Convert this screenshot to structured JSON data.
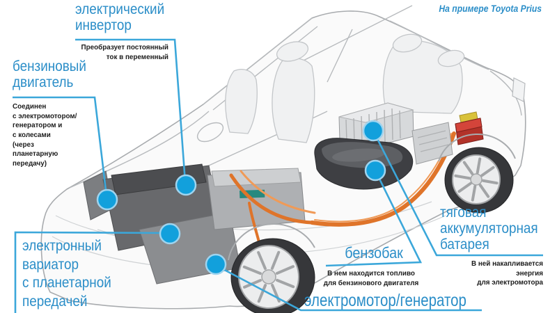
{
  "note": {
    "text": "На примере Toyota Prius"
  },
  "colors": {
    "accent_blue": "#2b8ec8",
    "line_blue": "#3ba7da",
    "dot_blue": "#12a0dc",
    "text_black": "#1c1c1c",
    "cable_orange": "#df742a"
  },
  "labels": {
    "inverter": {
      "title": "электрический\nинвертор",
      "description": "Преобразует постоянный\nток в переменный"
    },
    "engine": {
      "title": "бензиновый\nдвигатель",
      "description": "Соединен\nс электромотором/\nгенератором и\nс колесами\n(через\nпланетарную\nпередачу)"
    },
    "cvt": {
      "title": "электронный\nвариатор\nс планетарной\nпередачей"
    },
    "fuel_tank": {
      "title": "бензобак",
      "description": "В нем находится топливо\nдля бензинового двигателя"
    },
    "battery": {
      "title": "тяговая\nаккумуляторная\nбатарея",
      "description": "В ней накапливается\nэнергия\nдля электромотора"
    },
    "motor": {
      "title": "электромотор/генератор"
    }
  }
}
